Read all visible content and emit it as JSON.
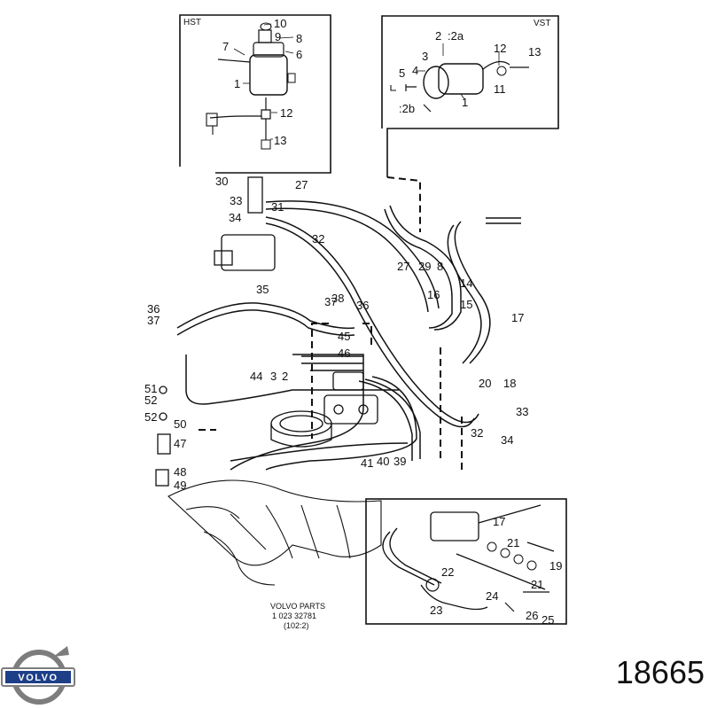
{
  "diagram": {
    "box_labels": {
      "hst": "HST",
      "vst": "VST"
    },
    "reference": [
      "VOLVO  PARTS",
      "1 023   32781",
      "(102:2)"
    ],
    "callouts": {
      "hst": [
        "10",
        "9",
        "8",
        "7",
        "6",
        "1",
        "12",
        "13"
      ],
      "vst": [
        "2",
        ":2a",
        "12",
        "13",
        "3",
        "4",
        "5",
        "11",
        "1",
        ":2b"
      ],
      "main": [
        "30",
        "27",
        "33",
        "31",
        "34",
        "32",
        "27",
        "29",
        "8",
        "16",
        "14",
        "15",
        "17",
        "35",
        "36",
        "38",
        "37",
        "37",
        "36",
        "45",
        "46",
        "44",
        "3",
        "2",
        "20",
        "18",
        "51",
        "52",
        "52",
        "50",
        "47",
        "48",
        "49",
        "33",
        "32",
        "34",
        "41",
        "40",
        "39"
      ],
      "inset": [
        "17",
        "21",
        "19",
        "22",
        "21",
        "24",
        "23",
        "26",
        "25"
      ]
    }
  },
  "brand": {
    "name": "VOLVO",
    "part_number": "18665"
  }
}
